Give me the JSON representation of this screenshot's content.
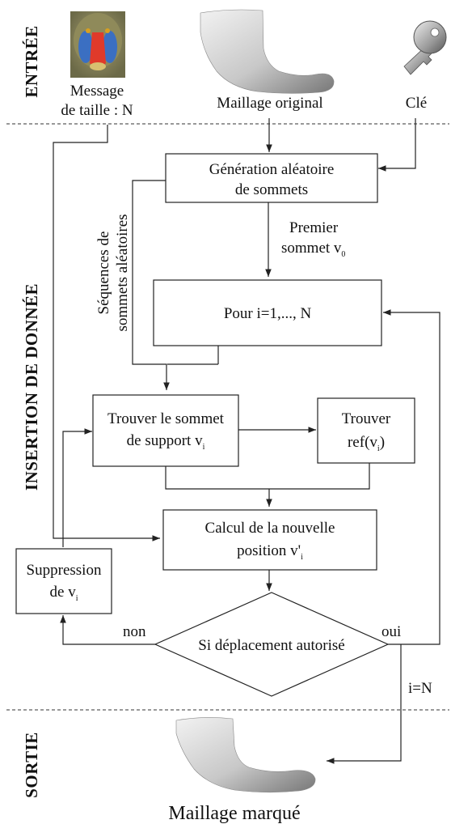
{
  "sections": {
    "input": "ENTRÉE",
    "insertion": "INSERTION DE DONNÉE",
    "output": "SORTIE"
  },
  "inputs": {
    "message_line1": "Message",
    "message_line2": "de taille : N",
    "mesh": "Maillage original",
    "key": "Clé"
  },
  "icons": {
    "message": "mandrill-image-icon",
    "mesh": "shoe-last-mesh-icon",
    "key": "key-icon",
    "output": "marked-shoe-last-mesh-icon"
  },
  "nodes": {
    "random_gen_line1": "Génération aléatoire",
    "random_gen_line2": "de sommets",
    "loop": "Pour i=1,..., N",
    "find_support_line1": "Trouver le sommet",
    "find_support_line2": "de support v",
    "find_support_sub": "i",
    "find_ref_line1": "Trouver",
    "find_ref_line2_a": "ref(v",
    "find_ref_sub": "i",
    "find_ref_line2_b": ")",
    "calc_line1": "Calcul de la nouvelle",
    "calc_line2": "position v'",
    "calc_sub": "i",
    "suppress_line1": "Suppression",
    "suppress_line2": "de v",
    "suppress_sub": "i",
    "decision": "Si déplacement autorisé"
  },
  "edge_labels": {
    "first_vertex_line1": "Premier",
    "first_vertex_line2": "sommet v",
    "first_vertex_sub": "0",
    "sequences_line1": "Séquences de",
    "sequences_line2": "sommets aléatoires",
    "no": "non",
    "yes": "oui",
    "end": "i=N"
  },
  "output": {
    "label": "Maillage marqué"
  }
}
